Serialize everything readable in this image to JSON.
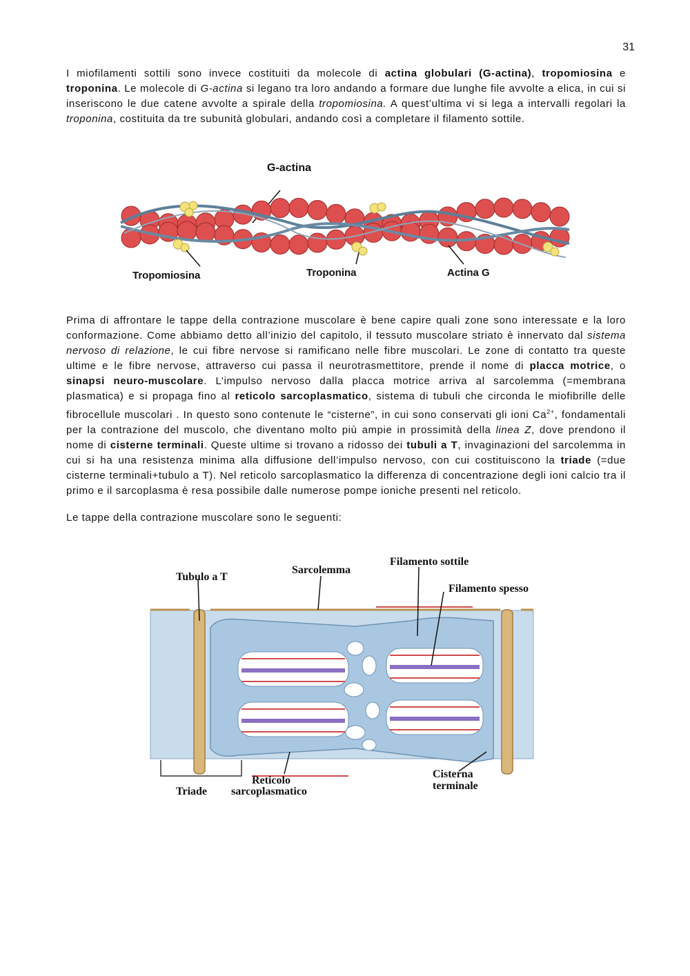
{
  "page_number": "31",
  "para1": {
    "t1": "I miofilamenti sottili sono invece costituiti da molecole di ",
    "b1": "actina globulari (G-actina)",
    "t2": ", ",
    "b2": "tropomiosina",
    "t3": " e ",
    "b3": "troponina",
    "t4": ". Le molecole di ",
    "i1": "G-actina",
    "t5": " si legano tra loro andando a formare due lunghe file avvolte a elica, in cui si inseriscono le due catene avvolte a spirale della ",
    "i2": "tropomiosina.",
    "t6": " A quest’ultima vi si lega a intervalli regolari la ",
    "i3": "troponina",
    "t7": ", costituita da tre subunità globulari, andando così a completare il filamento sottile."
  },
  "figure1": {
    "title": "G-actina",
    "label_tropomiosina": "Tropomiosina",
    "label_troponina": "Troponina",
    "label_actina": "Actina G"
  },
  "para2": {
    "t1": "Prima di affrontare le tappe della contrazione muscolare è bene capire quali zone sono interessate e la loro conformazione. Come abbiamo detto all’inizio del capitolo, il tessuto muscolare striato è innervato dal ",
    "i1": "sistema nervoso di relazione",
    "t2": ", le cui fibre nervose si ramificano nelle fibre muscolari. Le zone di contatto tra queste ultime e le fibre nervose, attraverso cui passa il neurotrasmettitore, prende il nome di ",
    "b1": "placca motrice",
    "t3": ", o ",
    "b2": "sinapsi neuro-muscolare",
    "t4": ". L’impulso nervoso dalla placca motrice arriva al sarcolemma (=membrana plasmatica) e si propaga fino al ",
    "b3": "reticolo sarcoplasmatico",
    "t5": ", sistema di tubuli che circonda le miofibrille delle fibrocellule muscolari . In questo sono contenute le “cisterne”, in cui sono conservati gli ioni Ca",
    "sup": "2+",
    "t6": ", fondamentali per la contrazione del muscolo, che diventano molto più ampie in prossimità della ",
    "i2": "linea Z",
    "t7": ", dove prendono il nome di ",
    "b4": "cisterne terminali",
    "t8": ". Queste ultime si trovano a ridosso dei ",
    "b5": "tubuli a T",
    "t9": ", invaginazioni del sarcolemma in cui si ha una resistenza minima alla diffusione dell’impulso nervoso, con cui costituiscono la ",
    "b6": "triade",
    "t10": " (=due cisterne terminali+tubulo a T). Nel reticolo sarcoplasmatico la differenza di concentrazione degli ioni calcio tra il primo e il sarcoplasma è resa possibile dalle numerose pompe ioniche presenti nel reticolo."
  },
  "para3": "Le tappe della contrazione muscolare sono le seguenti:",
  "figure2": {
    "label_tubulo": "Tubulo a T",
    "label_sarcolemma": "Sarcolemma",
    "label_filamento_sottile": "Filamento sottile",
    "label_filamento_spesso": "Filamento spesso",
    "label_triade": "Triade",
    "label_reticolo_1": "Reticolo",
    "label_reticolo_2": "sarcoplasmatico",
    "label_cisterna_1": "Cisterna",
    "label_cisterna_2": "terminale"
  }
}
